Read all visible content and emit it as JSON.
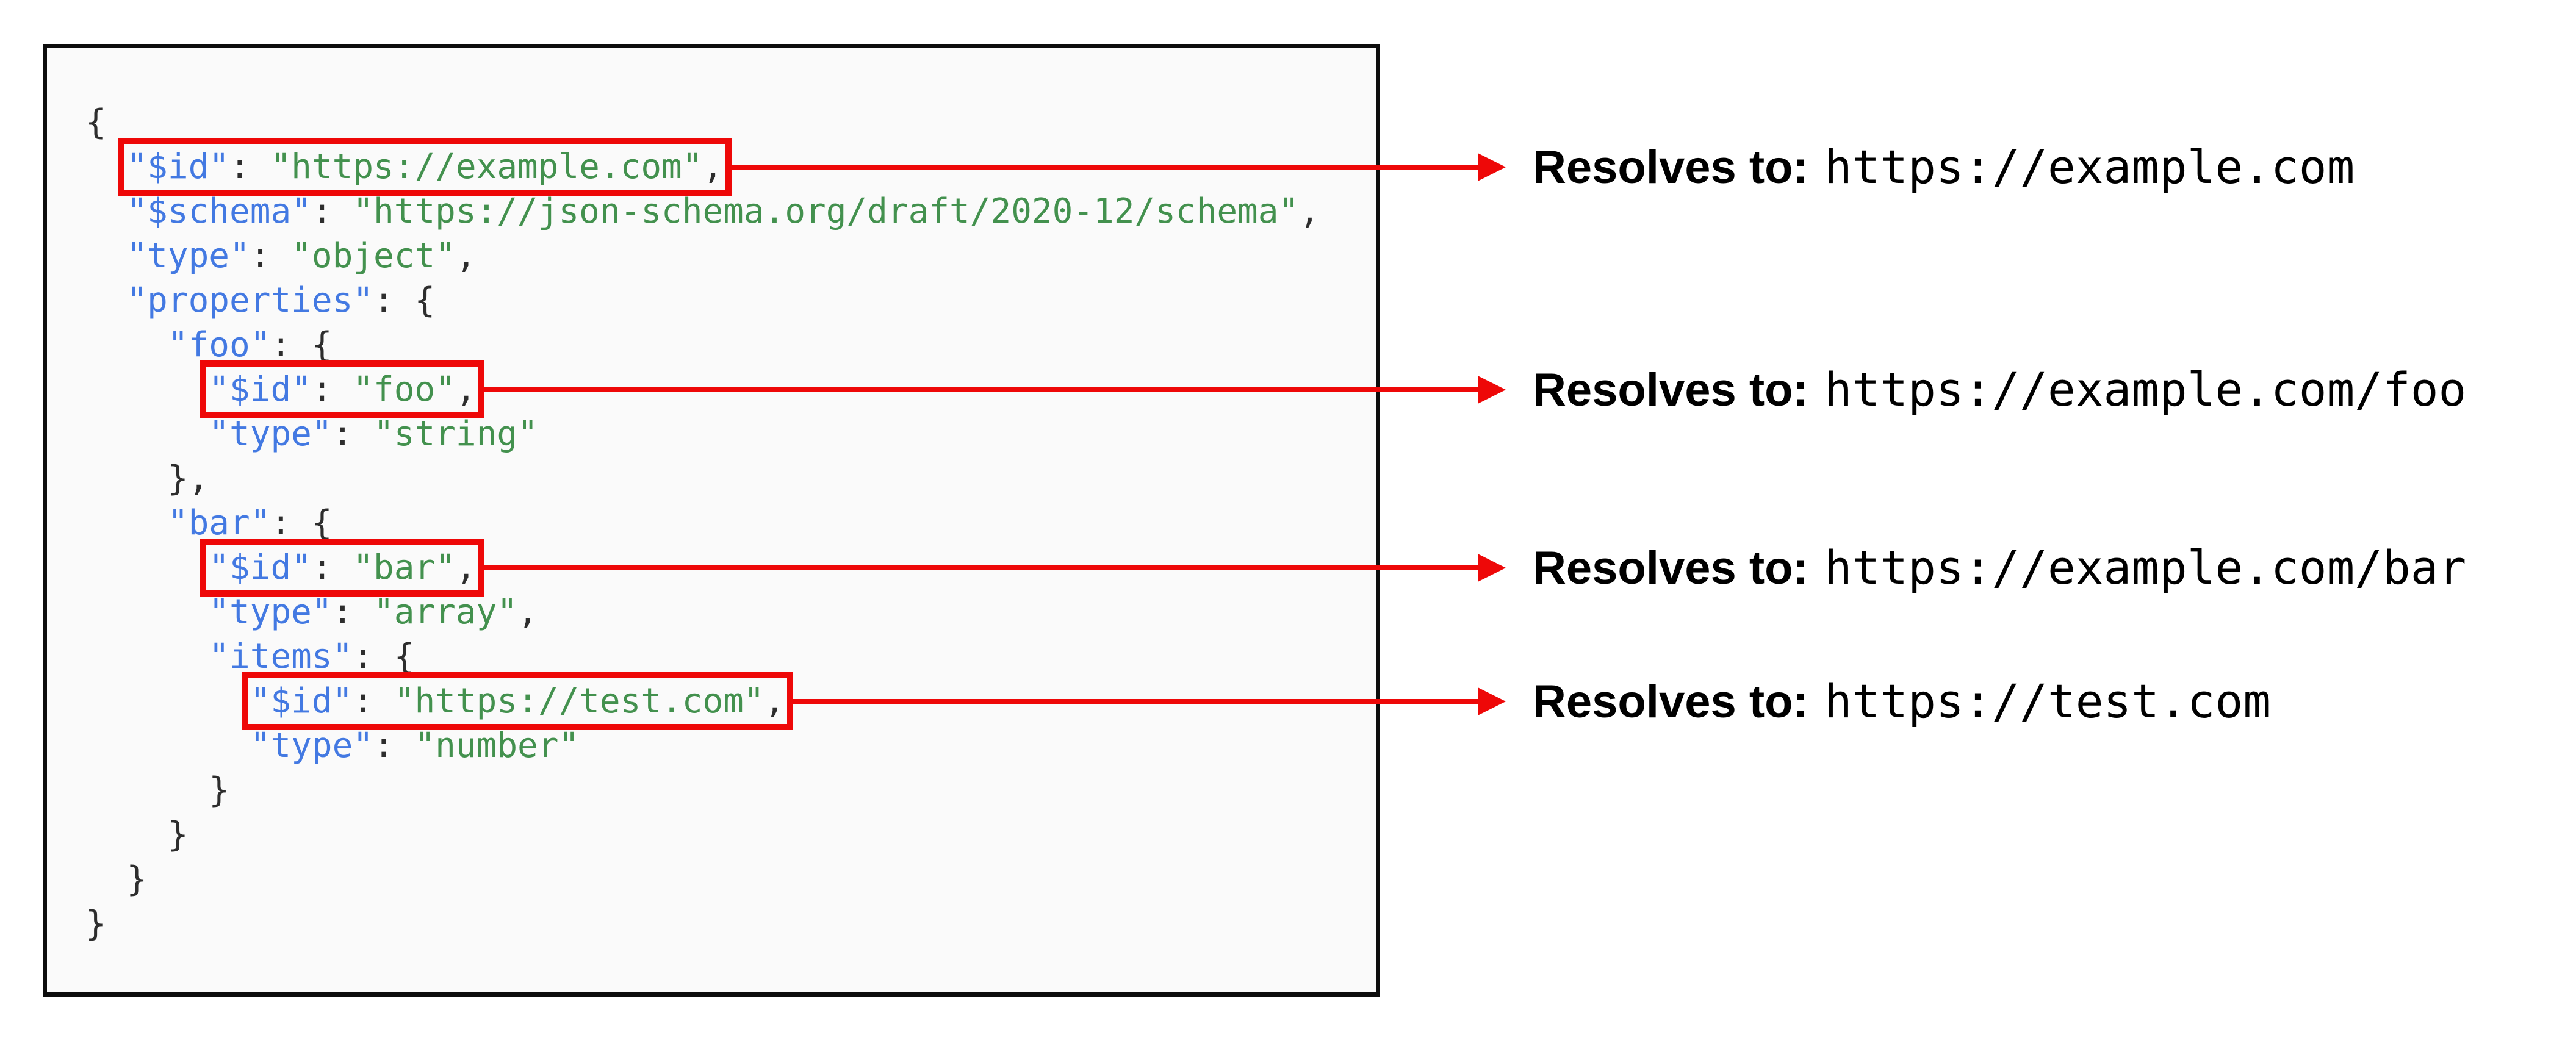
{
  "figure": {
    "background": "#ffffff"
  },
  "code_panel": {
    "background": "#fafafa",
    "border_color": "#0d0d0d"
  },
  "syntax_colors": {
    "key": "#4379e2",
    "string": "#43914e",
    "plain": "#2d2d2d"
  },
  "annotation_style": {
    "red": "#ee0808",
    "text_color": "#000000"
  },
  "code": {
    "language": "json",
    "lines": [
      [
        {
          "t": "{",
          "c": "plain"
        }
      ],
      [
        {
          "t": "  ",
          "c": "plain"
        },
        {
          "t": "\"$id\"",
          "c": "key"
        },
        {
          "t": ": ",
          "c": "plain"
        },
        {
          "t": "\"https://example.com\"",
          "c": "string"
        },
        {
          "t": ",",
          "c": "plain"
        }
      ],
      [
        {
          "t": "  ",
          "c": "plain"
        },
        {
          "t": "\"$schema\"",
          "c": "key"
        },
        {
          "t": ": ",
          "c": "plain"
        },
        {
          "t": "\"https://json-schema.org/draft/2020-12/schema\"",
          "c": "string"
        },
        {
          "t": ",",
          "c": "plain"
        }
      ],
      [
        {
          "t": "  ",
          "c": "plain"
        },
        {
          "t": "\"type\"",
          "c": "key"
        },
        {
          "t": ": ",
          "c": "plain"
        },
        {
          "t": "\"object\"",
          "c": "string"
        },
        {
          "t": ",",
          "c": "plain"
        }
      ],
      [
        {
          "t": "  ",
          "c": "plain"
        },
        {
          "t": "\"properties\"",
          "c": "key"
        },
        {
          "t": ": ",
          "c": "plain"
        },
        {
          "t": "{",
          "c": "plain"
        }
      ],
      [
        {
          "t": "    ",
          "c": "plain"
        },
        {
          "t": "\"foo\"",
          "c": "key"
        },
        {
          "t": ": ",
          "c": "plain"
        },
        {
          "t": "{",
          "c": "plain"
        }
      ],
      [
        {
          "t": "      ",
          "c": "plain"
        },
        {
          "t": "\"$id\"",
          "c": "key"
        },
        {
          "t": ": ",
          "c": "plain"
        },
        {
          "t": "\"foo\"",
          "c": "string"
        },
        {
          "t": ",",
          "c": "plain"
        }
      ],
      [
        {
          "t": "      ",
          "c": "plain"
        },
        {
          "t": "\"type\"",
          "c": "key"
        },
        {
          "t": ": ",
          "c": "plain"
        },
        {
          "t": "\"string\"",
          "c": "string"
        }
      ],
      [
        {
          "t": "    },",
          "c": "plain"
        }
      ],
      [
        {
          "t": "    ",
          "c": "plain"
        },
        {
          "t": "\"bar\"",
          "c": "key"
        },
        {
          "t": ": ",
          "c": "plain"
        },
        {
          "t": "{",
          "c": "plain"
        }
      ],
      [
        {
          "t": "      ",
          "c": "plain"
        },
        {
          "t": "\"$id\"",
          "c": "key"
        },
        {
          "t": ": ",
          "c": "plain"
        },
        {
          "t": "\"bar\"",
          "c": "string"
        },
        {
          "t": ",",
          "c": "plain"
        }
      ],
      [
        {
          "t": "      ",
          "c": "plain"
        },
        {
          "t": "\"type\"",
          "c": "key"
        },
        {
          "t": ": ",
          "c": "plain"
        },
        {
          "t": "\"array\"",
          "c": "string"
        },
        {
          "t": ",",
          "c": "plain"
        }
      ],
      [
        {
          "t": "      ",
          "c": "plain"
        },
        {
          "t": "\"items\"",
          "c": "key"
        },
        {
          "t": ": ",
          "c": "plain"
        },
        {
          "t": "{",
          "c": "plain"
        }
      ],
      [
        {
          "t": "        ",
          "c": "plain"
        },
        {
          "t": "\"$id\"",
          "c": "key"
        },
        {
          "t": ": ",
          "c": "plain"
        },
        {
          "t": "\"https://test.com\"",
          "c": "string"
        },
        {
          "t": ",",
          "c": "plain"
        }
      ],
      [
        {
          "t": "        ",
          "c": "plain"
        },
        {
          "t": "\"type\"",
          "c": "key"
        },
        {
          "t": ": ",
          "c": "plain"
        },
        {
          "t": "\"number\"",
          "c": "string"
        }
      ],
      [
        {
          "t": "      }",
          "c": "plain"
        }
      ],
      [
        {
          "t": "    }",
          "c": "plain"
        }
      ],
      [
        {
          "t": "  }",
          "c": "plain"
        }
      ],
      [
        {
          "t": "}",
          "c": "plain"
        }
      ]
    ]
  },
  "annotations": [
    {
      "prefix": "Resolves to:",
      "url": "https://example.com"
    },
    {
      "prefix": "Resolves to:",
      "url": "https://example.com/foo"
    },
    {
      "prefix": "Resolves to:",
      "url": "https://example.com/bar"
    },
    {
      "prefix": "Resolves to:",
      "url": "https://test.com"
    }
  ]
}
